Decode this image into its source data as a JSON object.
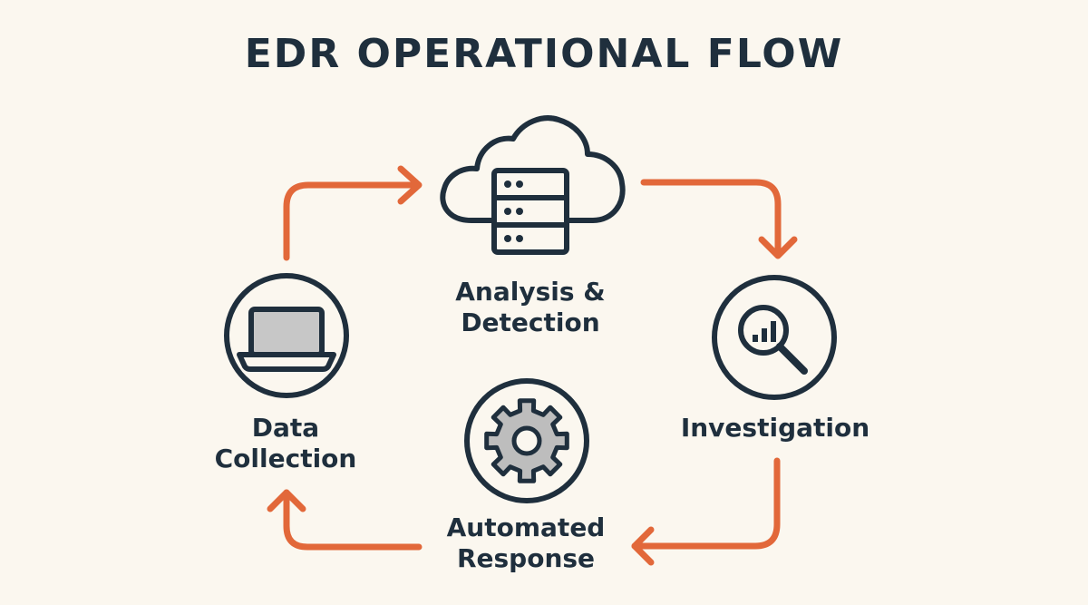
{
  "title": "EDR OPERATIONAL FLOW",
  "colors": {
    "background": "#fbf7ef",
    "ink": "#1f2f3d",
    "arrow": "#e2683a",
    "screen": "#c7c7c7",
    "gear": "#bdbdbd"
  },
  "stages": [
    {
      "line1": "Analysis &",
      "line2": "Detection",
      "icon": "cloud-server-icon"
    },
    {
      "line1": "Investigation",
      "line2": "",
      "icon": "magnifier-chart-icon"
    },
    {
      "line1": "Automated",
      "line2": "Response",
      "icon": "gear-icon"
    },
    {
      "line1": "Data",
      "line2": "Collection",
      "icon": "laptop-icon"
    }
  ]
}
